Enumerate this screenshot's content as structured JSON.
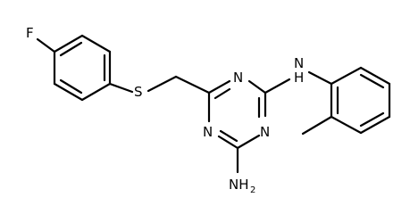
{
  "molecule": {
    "atoms": {
      "fluorine": "F",
      "sulfur": "S",
      "ring_n_upper": "N",
      "ring_n_lower_left": "N",
      "ring_n_lower_right": "N",
      "nh_n": "N",
      "nh_h": "H",
      "amine_nh": "NH",
      "amine_sub": "2"
    }
  }
}
